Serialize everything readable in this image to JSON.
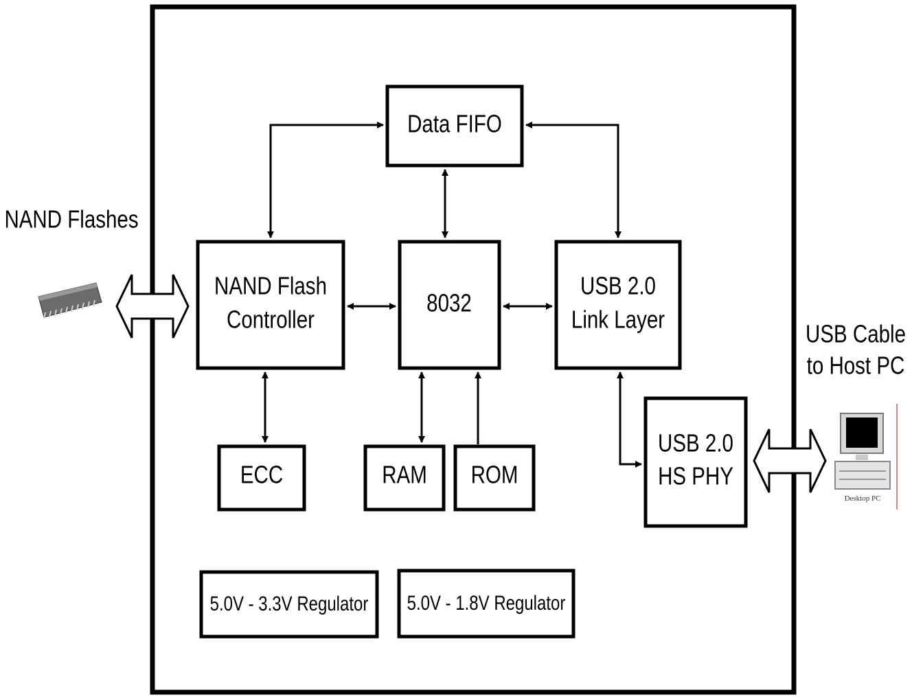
{
  "outer_labels": {
    "nand_flashes": "NAND Flashes",
    "usb_cable_line1": "USB Cable",
    "usb_cable_line2": "to Host PC",
    "desktop_caption": "Desktop PC"
  },
  "blocks": {
    "data_fifo": "Data FIFO",
    "nand_ctrl_line1": "NAND Flash",
    "nand_ctrl_line2": "Controller",
    "cpu": "8032",
    "usb_link_line1": "USB 2.0",
    "usb_link_line2": "Link Layer",
    "ecc": "ECC",
    "ram": "RAM",
    "rom": "ROM",
    "usb_phy_line1": "USB 2.0",
    "usb_phy_line2": "HS PHY",
    "reg_33": "5.0V - 3.3V Regulator",
    "reg_18": "5.0V - 1.8V Regulator"
  },
  "icons": {
    "chip": "nand-flash-chip-icon",
    "computer": "desktop-pc-icon"
  }
}
